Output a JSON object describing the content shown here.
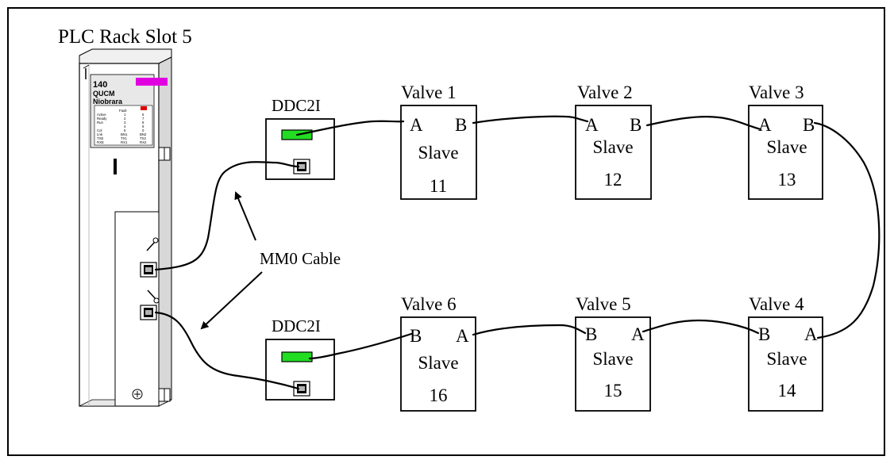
{
  "diagram": {
    "title": "PLC Rack Slot 5",
    "module": {
      "model": "140",
      "name_line1": "QUCM",
      "name_line2": "Niobrara",
      "accent_color": "#e000e0",
      "fault_color": "#e00000",
      "led_labels": {
        "fault": "Fault",
        "active": "Active",
        "ready": "Ready",
        "run": "Run",
        "col": "Col",
        "lnk": "Lnk",
        "txe": "TXE",
        "rxe": "RXE",
        "n1": "1",
        "n2": "2",
        "n3": "3",
        "n4": "4",
        "n5": "5",
        "n6": "6",
        "n7": "7",
        "n8": "8",
        "n9": "9",
        "n0": "0",
        "bn1": "BN1",
        "bn2": "BN2",
        "tx1": "TX1",
        "tx2": "TX2",
        "rx1": "RX1",
        "rx2": "RX2"
      }
    },
    "ddc_top": {
      "label": "DDC2I",
      "led_color": "#22dd22"
    },
    "ddc_bottom": {
      "label": "DDC2I",
      "led_color": "#22dd22"
    },
    "cable_label": "MM0 Cable",
    "valves": [
      {
        "title": "Valve 1",
        "port_left": "A",
        "port_right": "B",
        "slave_label": "Slave",
        "slave_num": "11"
      },
      {
        "title": "Valve 2",
        "port_left": "A",
        "port_right": "B",
        "slave_label": "Slave",
        "slave_num": "12"
      },
      {
        "title": "Valve 3",
        "port_left": "A",
        "port_right": "B",
        "slave_label": "Slave",
        "slave_num": "13"
      },
      {
        "title": "Valve 6",
        "port_left": "B",
        "port_right": "A",
        "slave_label": "Slave",
        "slave_num": "16"
      },
      {
        "title": "Valve 5",
        "port_left": "B",
        "port_right": "A",
        "slave_label": "Slave",
        "slave_num": "15"
      },
      {
        "title": "Valve 4",
        "port_left": "B",
        "port_right": "A",
        "slave_label": "Slave",
        "slave_num": "14"
      }
    ]
  }
}
